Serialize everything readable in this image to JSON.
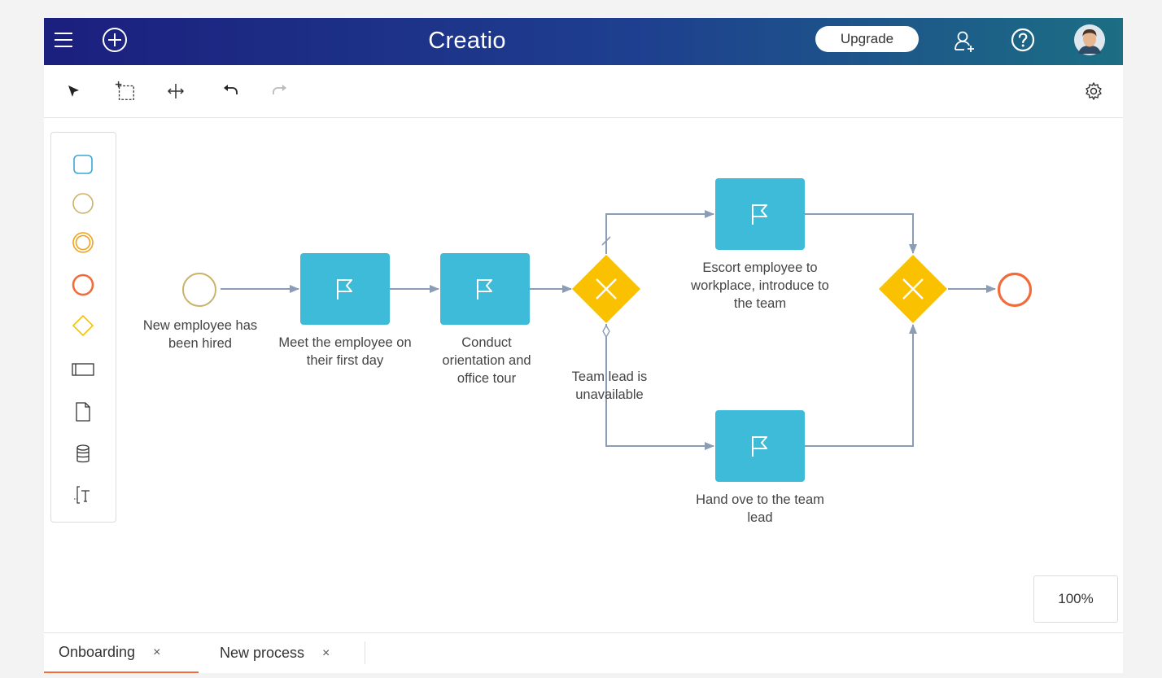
{
  "header": {
    "logo_text": "Creatio",
    "upgrade_label": "Upgrade",
    "icons": [
      "menu-icon",
      "add-icon",
      "add-user-icon",
      "help-icon",
      "avatar"
    ]
  },
  "toolbar": {
    "tools": [
      "pointer-icon",
      "marquee-select-icon",
      "pan-icon",
      "undo-icon",
      "redo-icon"
    ],
    "settings_icon": "gear-icon"
  },
  "palette": {
    "items": [
      "task-icon",
      "start-event-icon",
      "intermediate-event-icon",
      "end-event-icon",
      "gateway-icon",
      "lane-icon",
      "data-object-icon",
      "data-store-icon",
      "annotation-icon"
    ]
  },
  "diagram": {
    "start_event_label": "New employee has been hired",
    "tasks": [
      {
        "label": "Meet the employee on their first day"
      },
      {
        "label": "Conduct orientation and office tour"
      },
      {
        "label": "Escort employee to workplace, introduce to the team"
      },
      {
        "label": "Hand ove to the team lead"
      }
    ],
    "gateway_condition_label": "Team lead is unavailable",
    "colors": {
      "task": "#3dbbd9",
      "gateway": "#f9c100",
      "start_event": "#c9b36a",
      "end_event": "#f26b3a",
      "flow": "#8b9cb5"
    }
  },
  "zoom": {
    "level": "100%"
  },
  "tabs": [
    {
      "label": "Onboarding",
      "close": "×",
      "active": true
    },
    {
      "label": "New process",
      "close": "×",
      "active": false
    }
  ]
}
